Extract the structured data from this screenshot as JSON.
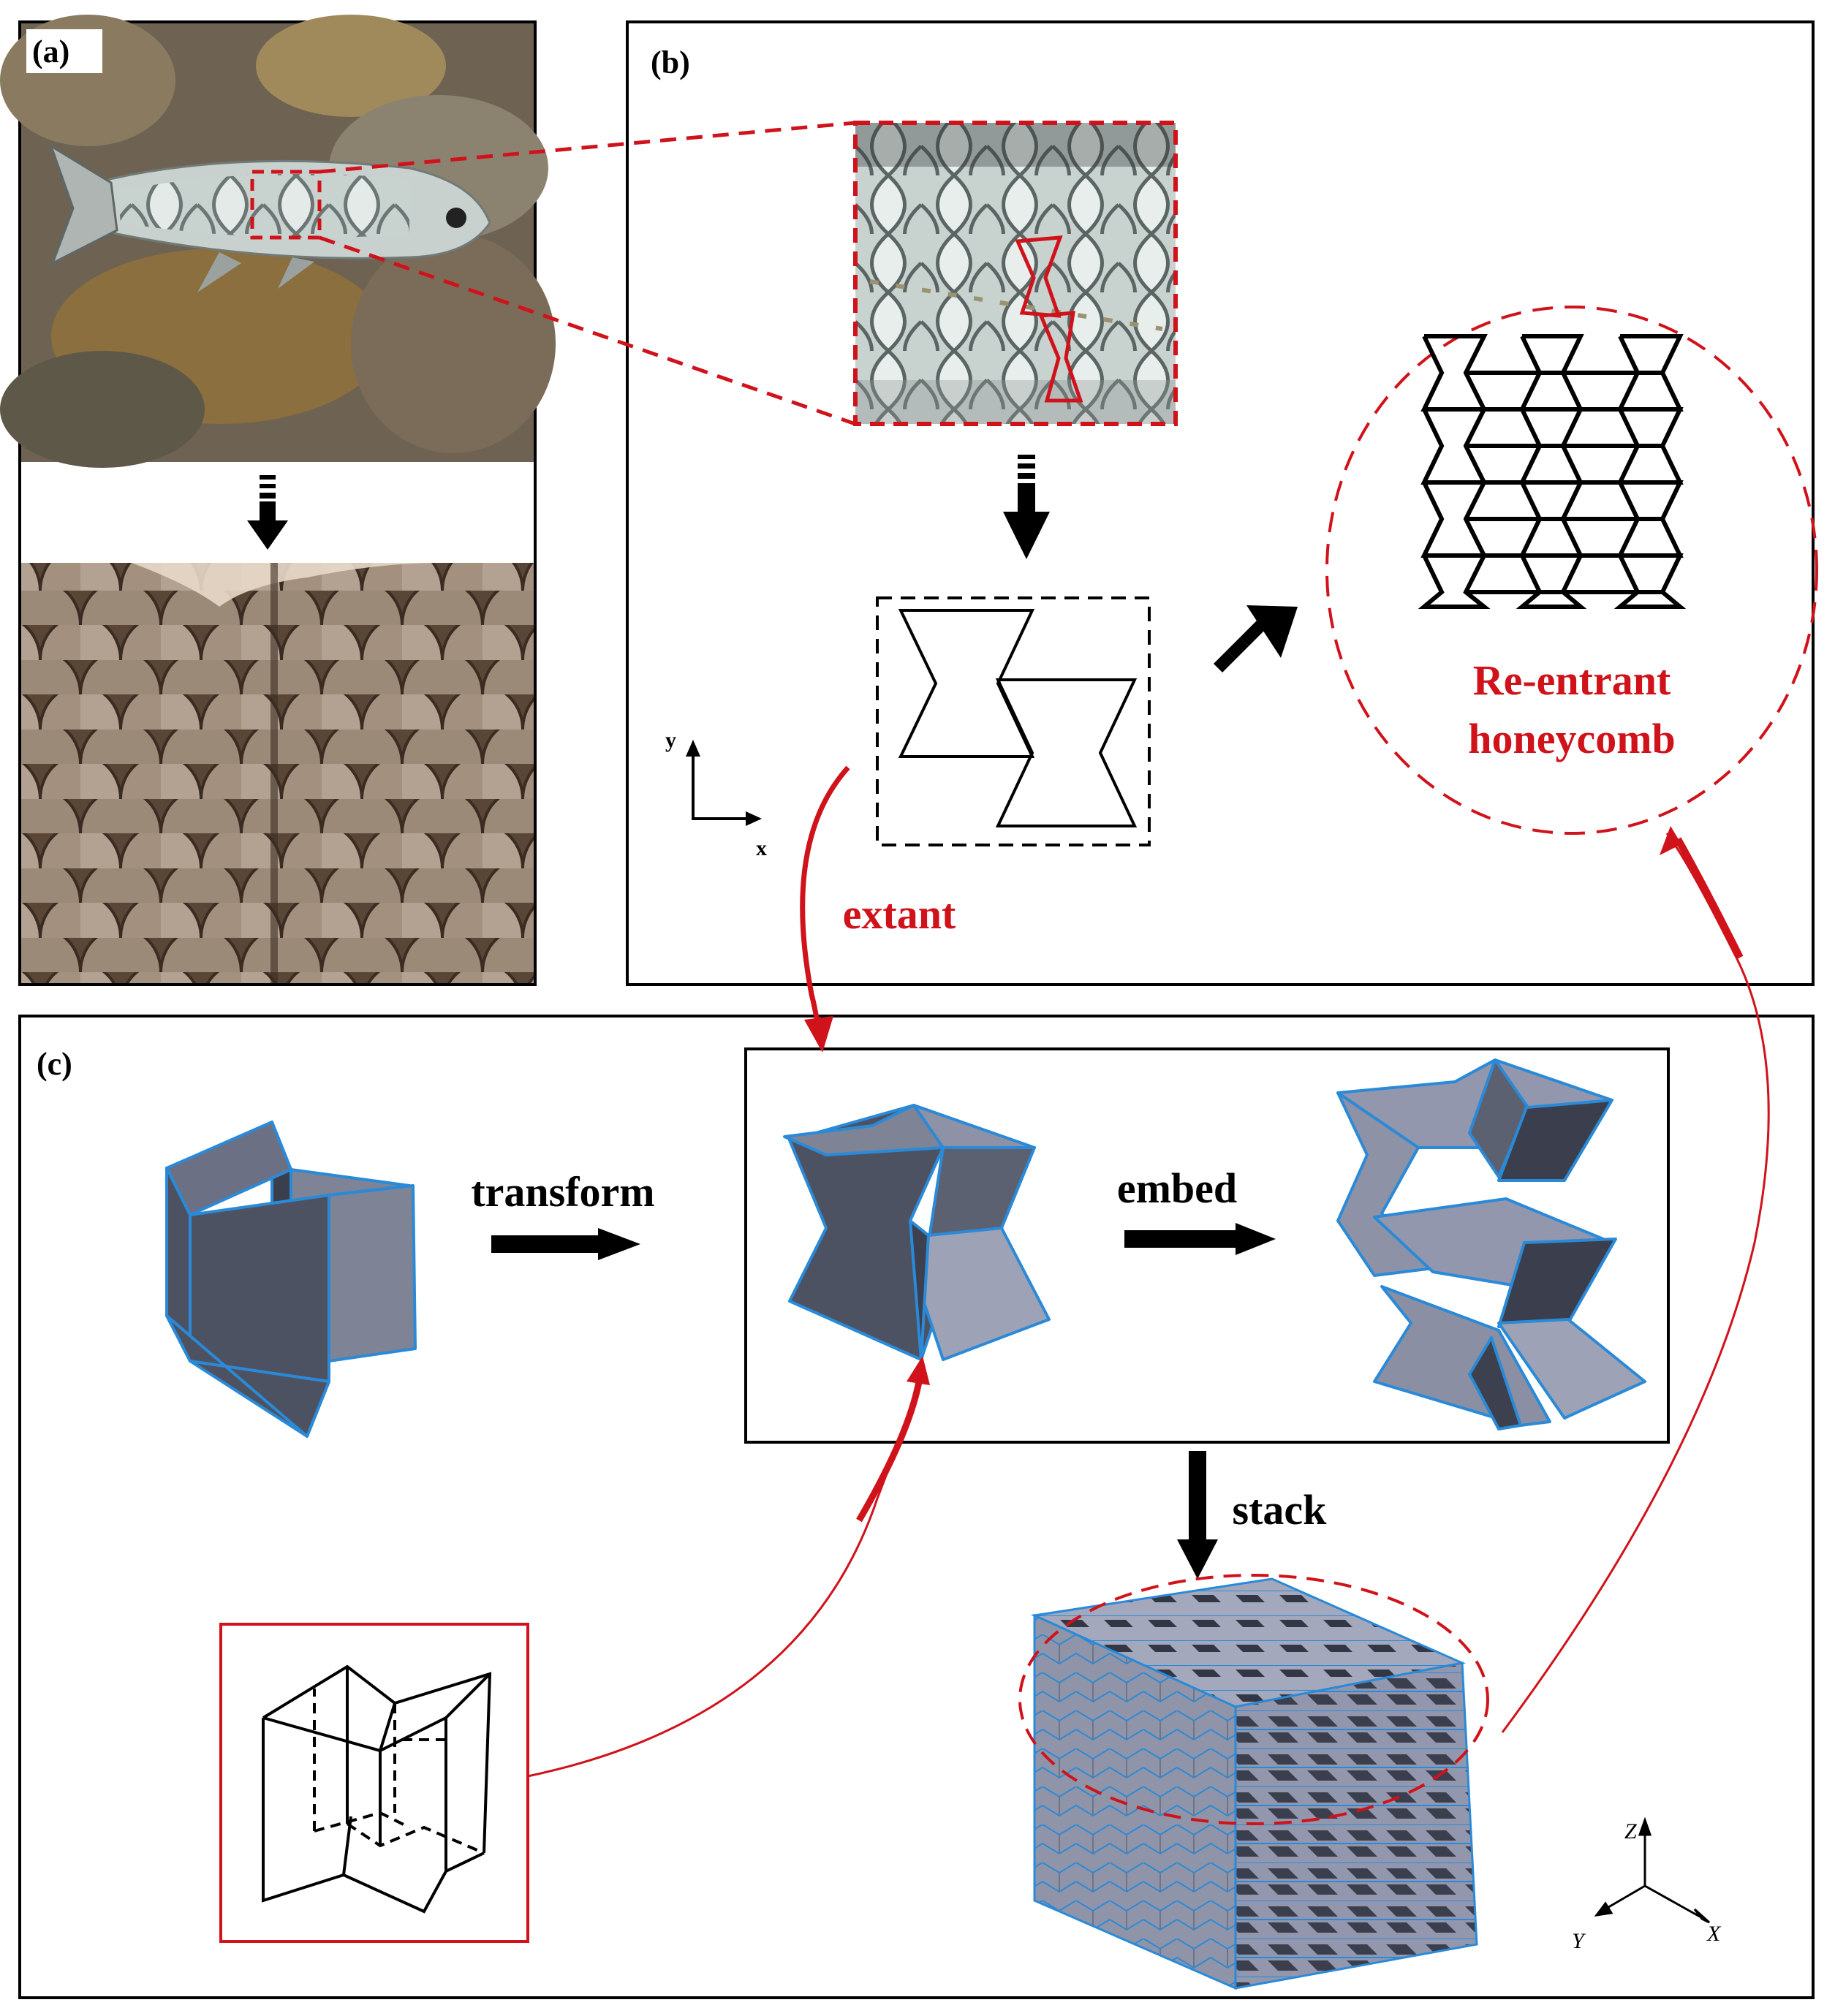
{
  "panels": {
    "a": "(a)",
    "b": "(b)",
    "c": "(c)"
  },
  "labels": {
    "re_entrant_line1": "Re-entrant",
    "re_entrant_line2": "honeycomb",
    "extant": "extant",
    "transform": "transform",
    "embed": "embed",
    "stack": "stack"
  },
  "axes_2d": {
    "x": "x",
    "y": "y"
  },
  "axes_3d": {
    "x": "X",
    "y": "Y",
    "z": "Z"
  },
  "colors": {
    "highlight_red": "#d0121b",
    "face_dark": "#4d5262",
    "face_mid": "#7e8395",
    "face_light": "#9ea2b6",
    "edge_blue": "#2a8ad8"
  }
}
